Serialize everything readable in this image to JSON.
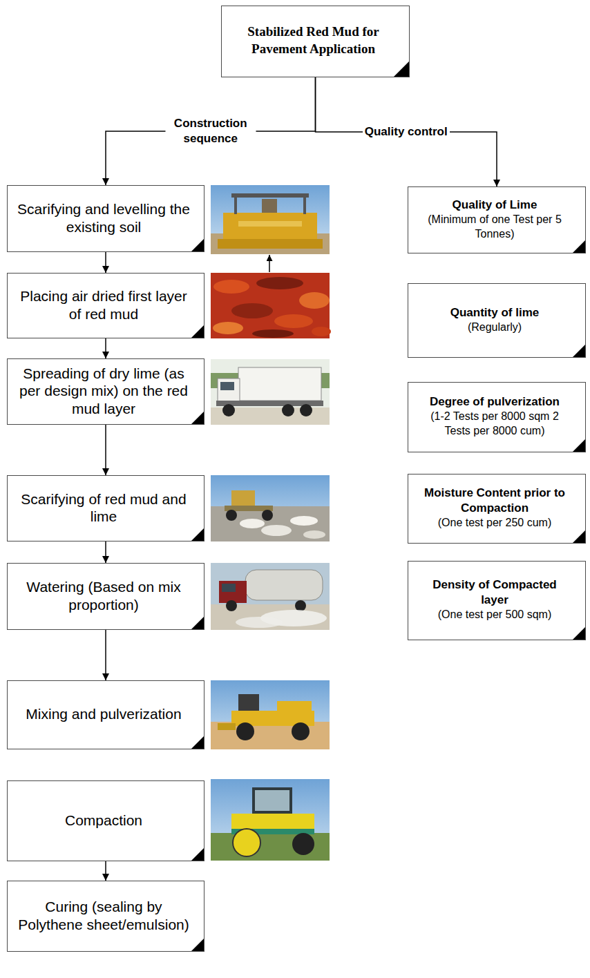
{
  "diagram": {
    "nodes": [
      {
        "text": [
          "Stabilized Red Mud for Pavement Application"
        ]
      },
      {
        "text": [
          "Scarifying and levelling the existing soil"
        ]
      },
      {
        "text": [
          "Placing air dried first layer of red mud"
        ]
      },
      {
        "text": [
          "Spreading of dry lime (as per design mix) on the red mud layer"
        ]
      },
      {
        "text": [
          "Scarifying of red mud and lime"
        ]
      },
      {
        "text": [
          "Watering (Based on mix proportion)"
        ]
      },
      {
        "text": [
          "Mixing and pulverization"
        ]
      },
      {
        "text": [
          "Compaction"
        ]
      },
      {
        "text": [
          "Curing (sealing by Polythene sheet/emulsion)"
        ]
      },
      {
        "text": [
          "Quality of Lime",
          "(Minimum of one Test per 5 Tonnes)"
        ]
      },
      {
        "text": [
          "Quantity of lime",
          "(Regularly)"
        ]
      },
      {
        "text": [
          "Degree of pulverization",
          "(1-2 Tests per 8000 sqm 2 Tests per 8000 cum)"
        ]
      },
      {
        "text": [
          "Moisture Content prior to Compaction",
          "(One test per 250 cum)"
        ]
      },
      {
        "text": [
          "Density of Compacted layer",
          "(One test per 500 sqm)"
        ]
      }
    ],
    "edges": [
      {
        "from": 0,
        "to": 1,
        "label": "Construction sequence",
        "arrow": "to"
      },
      {
        "from": 0,
        "to": 9,
        "label": "Quality control",
        "arrow": "to"
      },
      {
        "from": 1,
        "to": 2,
        "arrow": "to"
      },
      {
        "from": 2,
        "to": 3,
        "arrow": "to"
      },
      {
        "from": 3,
        "to": 4,
        "arrow": "to"
      },
      {
        "from": 4,
        "to": 5,
        "arrow": "to"
      },
      {
        "from": 5,
        "to": 6,
        "arrow": "to"
      },
      {
        "from": 7,
        "to": 8,
        "arrow": "to"
      }
    ]
  }
}
